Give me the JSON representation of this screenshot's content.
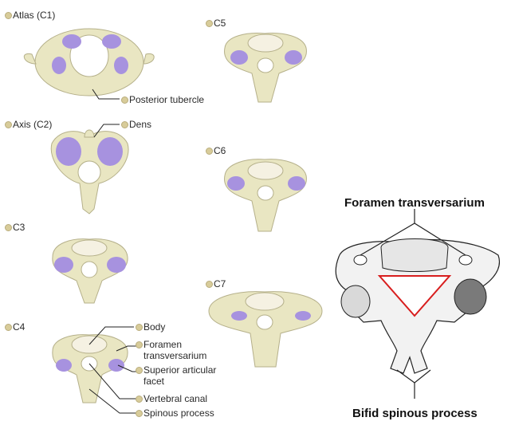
{
  "colors": {
    "bone": "#e9e6c2",
    "bone_stroke": "#b5b08a",
    "facet": "#a792df",
    "canal_fill": "#ffffff",
    "triangle": "#d81e1e",
    "line": "#222222"
  },
  "vertebrae": {
    "atlas": "Atlas (C1)",
    "axis": "Axis (C2)",
    "c3": "C3",
    "c4": "C4",
    "c5": "C5",
    "c6": "C6",
    "c7": "C7"
  },
  "parts": {
    "posterior_tubercle": "Posterior tubercle",
    "dens": "Dens",
    "body": "Body",
    "foramen_line1": "Foramen",
    "foramen_line2": "transversarium",
    "superior_line1": "Superior articular",
    "superior_line2": "facet",
    "vertebral_canal": "Vertebral canal",
    "spinous_process": "Spinous process"
  },
  "sketch": {
    "top_label": "Foramen transversarium",
    "bottom_label": "Bifid spinous process"
  }
}
